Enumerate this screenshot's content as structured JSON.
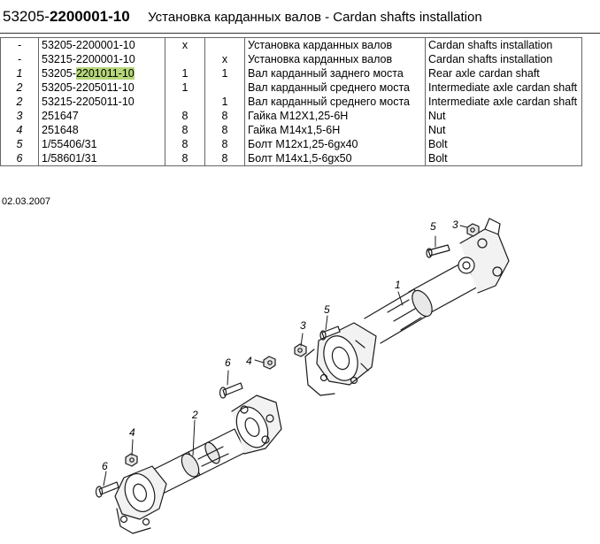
{
  "header": {
    "code_prefix": "53205-",
    "code_bold": "2200001-10",
    "description": "Установка карданных валов  -  Cardan shafts installation"
  },
  "rows": [
    {
      "pos": "-",
      "num_a": "53205-2200001-10",
      "num_b": "",
      "q1": "x",
      "q2": "",
      "ru": "Установка карданных валов",
      "en": "Cardan shafts installation"
    },
    {
      "pos": "-",
      "num_a": "53215-2200001-10",
      "num_b": "",
      "q1": "",
      "q2": "x",
      "ru": "Установка карданных валов",
      "en": "Cardan shafts installation"
    },
    {
      "pos": "1",
      "num_a": "53205-",
      "num_b": "2201011-10",
      "q1": "1",
      "q2": "1",
      "ru": "Вал карданный заднего моста",
      "en": "Rear axle cardan shaft"
    },
    {
      "pos": "2",
      "num_a": "53205-2205011-10",
      "num_b": "",
      "q1": "1",
      "q2": "",
      "ru": "Вал карданный среднего моста",
      "en": "Intermediate axle cardan shaft"
    },
    {
      "pos": "2",
      "num_a": "53215-2205011-10",
      "num_b": "",
      "q1": "",
      "q2": "1",
      "ru": "Вал карданный среднего моста",
      "en": "Intermediate axle cardan shaft"
    },
    {
      "pos": "3",
      "num_a": "251647",
      "num_b": "",
      "q1": "8",
      "q2": "8",
      "ru": "Гайка М12Х1,25-6Н",
      "en": "Nut"
    },
    {
      "pos": "4",
      "num_a": "251648",
      "num_b": "",
      "q1": "8",
      "q2": "8",
      "ru": "Гайка М14х1,5-6Н",
      "en": "Nut"
    },
    {
      "pos": "5",
      "num_a": "1/55406/31",
      "num_b": "",
      "q1": "8",
      "q2": "8",
      "ru": "Болт М12х1,25-6gх40",
      "en": "Bolt"
    },
    {
      "pos": "6",
      "num_a": "1/58601/31",
      "num_b": "",
      "q1": "8",
      "q2": "8",
      "ru": "Болт М14х1,5-6gх50",
      "en": "Bolt"
    }
  ],
  "date": "02.03.2007",
  "callouts": {
    "c1": "1",
    "c2": "2",
    "c3a": "3",
    "c3b": "3",
    "c4a": "4",
    "c4b": "4",
    "c5a": "5",
    "c5b": "5",
    "c6a": "6",
    "c6b": "6"
  },
  "colors": {
    "highlight": "#b6d77a",
    "line": "#1a1a1a"
  }
}
